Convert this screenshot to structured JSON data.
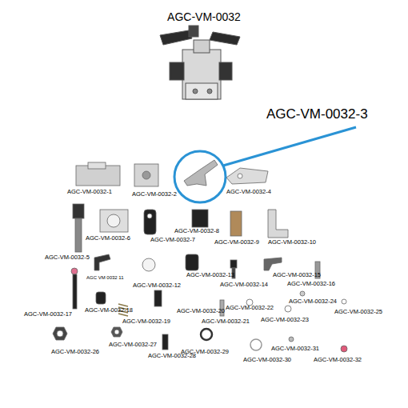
{
  "diagram": {
    "title": "AGC-VM-0032",
    "labels": [
      "AGC-VM-0032-3",
      "AGC-VM-0032-1",
      "AGC-VM-0032-2",
      "AGC-VM-0032-4",
      "AGC-VM-0032-6",
      "AGC-VM-0032-7",
      "AGC-VM-0032-8",
      "AGC-VM-0032-9",
      "AGC-VM-0032-10",
      "AGC-VM-0032-5",
      "AGC VM 0032 11",
      "AGC-VM-0032-12",
      "AGC-VM-0032-13",
      "AGC-VM-0032-14",
      "AGC-VM-0032-15",
      "AGC-VM-0032-16",
      "AGC-VM-0032-17",
      "AGC-VM-0032-18",
      "AGC-VM-0032-19",
      "AGC-VM-0032-20",
      "AGC-VM-0032-21",
      "AGC-VM-0032-22",
      "AGC-VM-0032-23",
      "AGC-VM-0032-24",
      "AGC-VM-0032-25",
      "AGC-VM-0032-26",
      "AGC-VM-0032-27",
      "AGC-VM-0032-28",
      "AGC-VM-0032-29",
      "AGC-VM-0032-30",
      "AGC-VM-0032-31",
      "AGC-VM-0032-32"
    ]
  }
}
